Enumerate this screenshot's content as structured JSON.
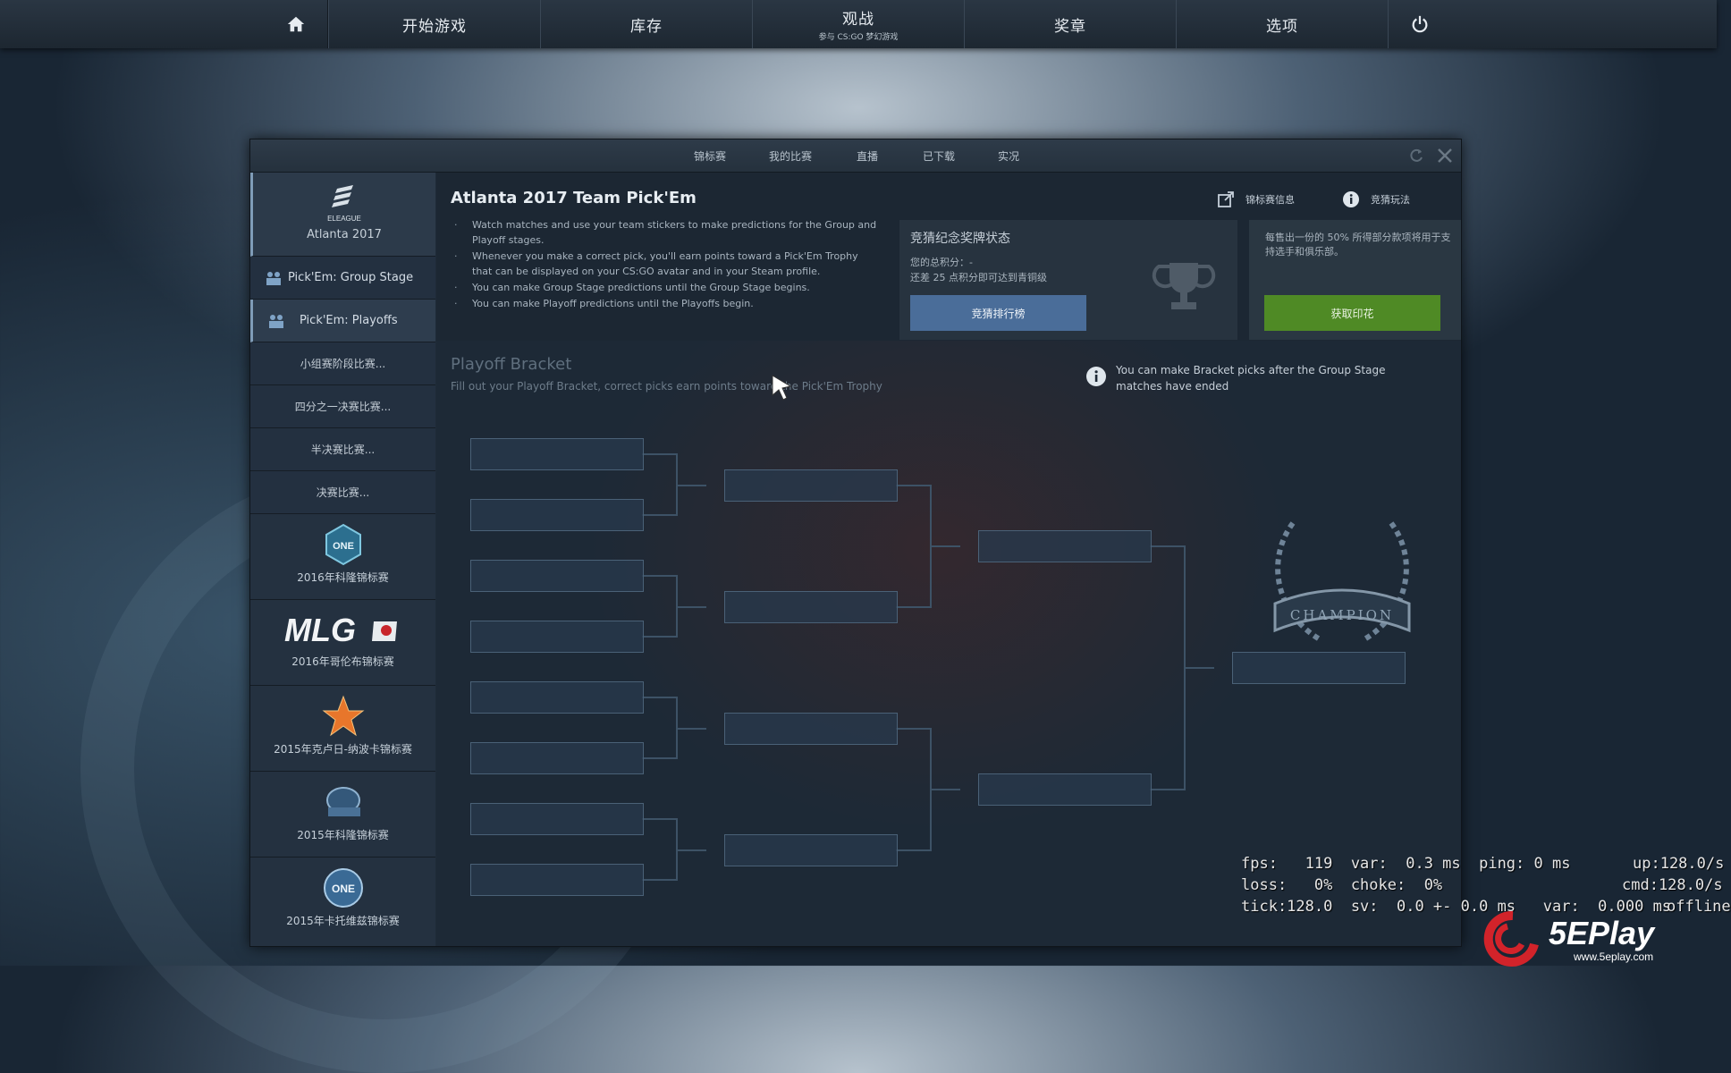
{
  "topnav": {
    "items": [
      {
        "label": "开始游戏"
      },
      {
        "label": "库存"
      },
      {
        "label": "观战",
        "sub": "参与 CS:GO 梦幻游戏"
      },
      {
        "label": "奖章"
      },
      {
        "label": "选项"
      }
    ]
  },
  "subnav": {
    "tabs": [
      "锦标赛",
      "我的比赛",
      "直播",
      "已下载",
      "实况"
    ]
  },
  "sidebar": {
    "event_top": {
      "label": "Atlanta 2017"
    },
    "pick_group": "Pick'Em: Group Stage",
    "pick_playoffs": "Pick'Em: Playoffs",
    "stages": [
      "小组赛阶段比赛...",
      "四分之一决赛比赛...",
      "半决赛比赛...",
      "决赛比赛..."
    ],
    "events": [
      {
        "label": "2016年科隆锦标赛"
      },
      {
        "label": "2016年哥伦布锦标赛"
      },
      {
        "label": "2015年克卢日-纳波卡锦标赛"
      },
      {
        "label": "2015年科隆锦标赛"
      },
      {
        "label": "2015年卡托维兹锦标赛"
      }
    ]
  },
  "header": {
    "title": "Atlanta 2017 Team Pick'Em",
    "bullets": [
      "Watch matches and use your team stickers to make predictions for the Group and Playoff stages.",
      "Whenever you make a correct pick, you'll earn points toward a Pick'Em Trophy that can be displayed on your CS:GO avatar and in your Steam profile.",
      "You can make Group Stage predictions until the Group Stage begins.",
      "You can make Playoff predictions until the Playoffs begin."
    ],
    "link_info": "锦标赛信息",
    "link_howto": "竞猜玩法"
  },
  "status": {
    "title": "竞猜纪念奖牌状态",
    "total_points": "您的总积分：-",
    "points_needed": "还差 25 点积分即可达到青铜级",
    "leaderboard_button": "竞猜排行榜"
  },
  "support": {
    "text": "每售出一份的 50% 所得部分款项将用于支持选手和俱乐部。",
    "sticker_button": "获取印花"
  },
  "bracket": {
    "title": "Playoff Bracket",
    "subtitle": "Fill out your Playoff Bracket, correct picks earn points toward the Pick'Em Trophy",
    "note": "You can make Bracket picks after the Group Stage matches have ended",
    "champion_label": "CHAMPION"
  },
  "netgraph": {
    "line1": "fps:   119  var:  0.3 ms  ping: 0 ms",
    "line2": "loss:   0%  choke:  0%",
    "line3": "tick:128.0  sv:  0.0 +- 0.0 ms   var:  0.000 ms",
    "right1": "up:128.0/s",
    "right2": "cmd:128.0/s",
    "right3": "offline"
  },
  "watermark": {
    "brand": "5EPlay",
    "url": "www.5eplay.com"
  },
  "logos": {
    "eleague": "ELEAGUE",
    "mlg": "MLG",
    "esl": "ONE"
  }
}
